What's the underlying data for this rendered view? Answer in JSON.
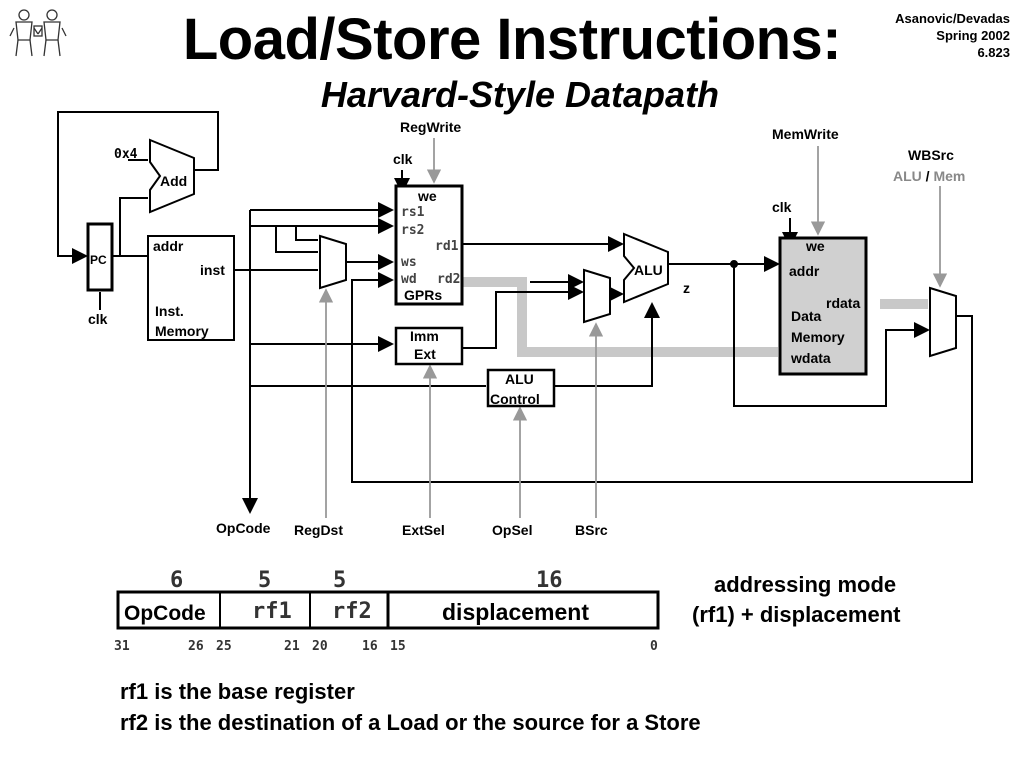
{
  "header": {
    "title": "Load/Store Instructions:",
    "subtitle": "Harvard-Style Datapath",
    "credits": [
      "Asanovic/Devadas",
      "Spring 2002",
      "6.823"
    ]
  },
  "diagram": {
    "add_const": "0x4",
    "add": "Add",
    "pc": "PC",
    "pc_clk": "clk",
    "imem_addr": "addr",
    "imem_inst": "inst",
    "imem_name_1": "Inst.",
    "imem_name_2": "Memory",
    "regwrite": "RegWrite",
    "gpr_clk": "clk",
    "gpr_we": "we",
    "gpr_rs1": "rs1",
    "gpr_rs2": "rs2",
    "gpr_rd1": "rd1",
    "gpr_ws": "ws",
    "gpr_wd": "wd",
    "gpr_rd2": "rd2",
    "gprs": "GPRs",
    "imm_1": "Imm",
    "imm_2": "Ext",
    "aluc_1": "ALU",
    "aluc_2": "Control",
    "alu": "ALU",
    "z": "z",
    "memwrite": "MemWrite",
    "dmem_clk": "clk",
    "dmem_we": "we",
    "dmem_addr": "addr",
    "dmem_rdata": "rdata",
    "dmem_name_1": "Data",
    "dmem_name_2": "Memory",
    "dmem_wdata": "wdata",
    "wbsrc": "WBSrc",
    "wbsrc_alu": "ALU",
    "wbsrc_sep": " / ",
    "wbsrc_mem": "Mem",
    "sig_opcode": "OpCode",
    "sig_regdst": "RegDst",
    "sig_extsel": "ExtSel",
    "sig_opsel": "OpSel",
    "sig_bsrc": "BSrc"
  },
  "format": {
    "widths": [
      "6",
      "5",
      "5",
      "16"
    ],
    "fields": [
      "OpCode",
      "rf1",
      "rf2",
      "displacement"
    ],
    "bits": [
      "31",
      "26",
      "25",
      "21",
      "20",
      "16",
      "15",
      "0"
    ]
  },
  "addressing": {
    "line1": "addressing mode",
    "line2": "(rf1) + displacement"
  },
  "notes": [
    "rf1 is the base register",
    "rf2 is the destination of a Load or the source for a Store"
  ]
}
